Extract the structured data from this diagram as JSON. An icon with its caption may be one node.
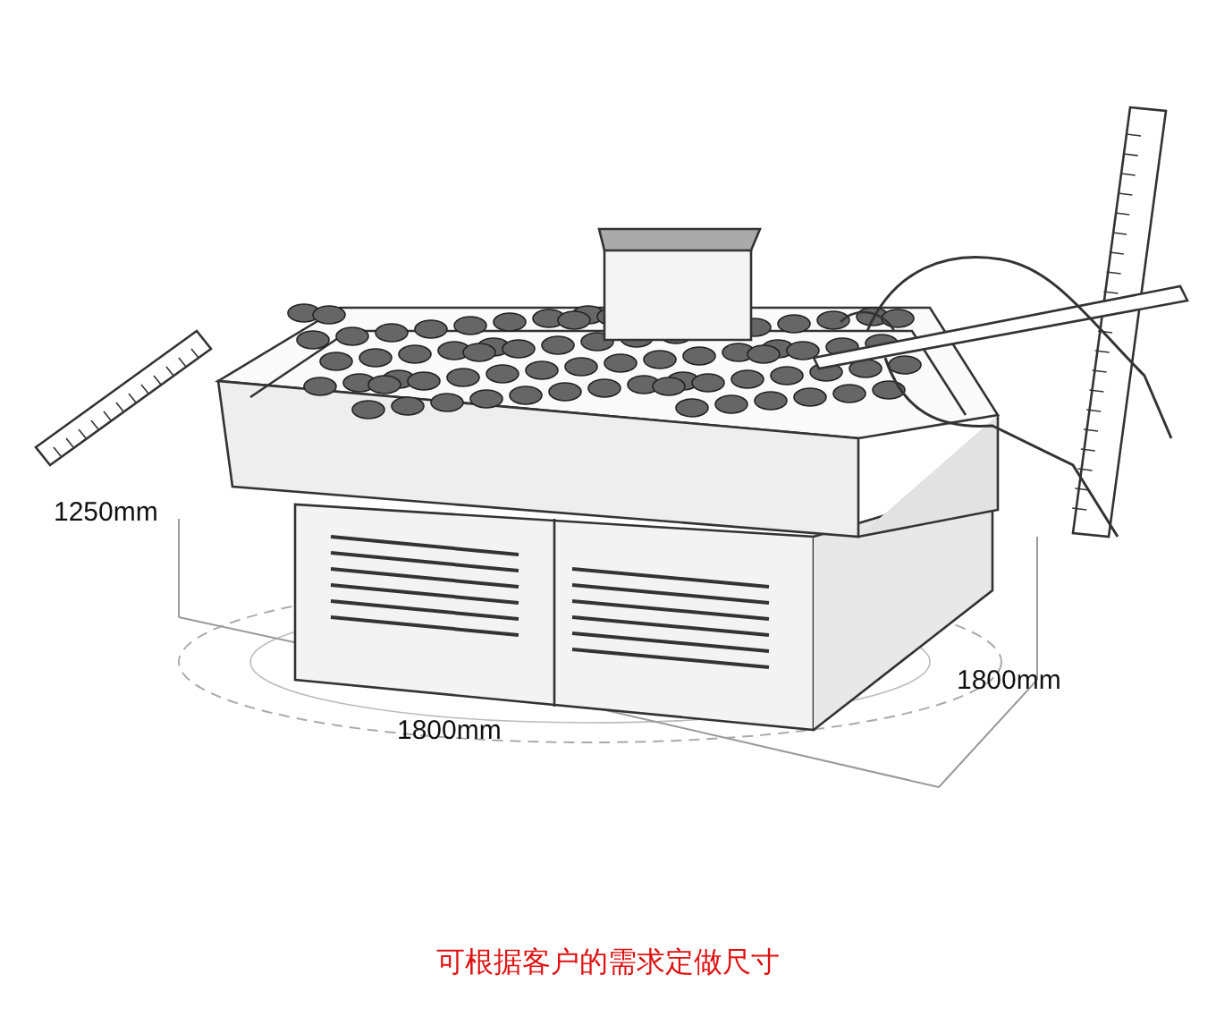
{
  "diagram": {
    "caption": "可根据客户的需求定做尺寸",
    "labels": [
      "1250mm",
      "1800mm",
      "1800mm"
    ]
  }
}
